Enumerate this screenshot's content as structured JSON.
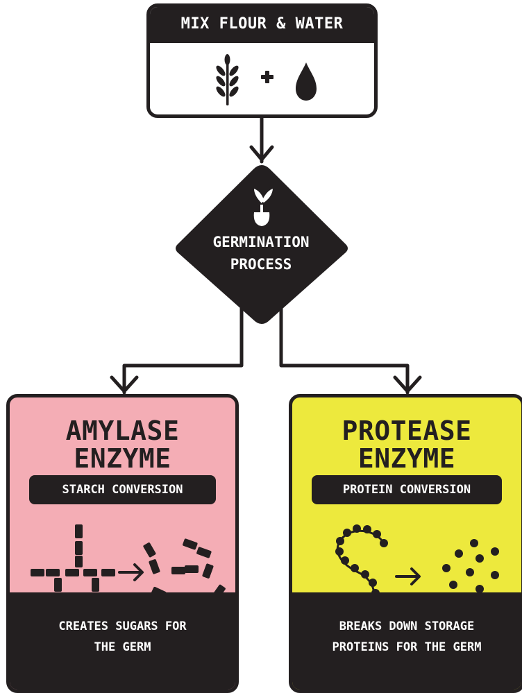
{
  "top_box": {
    "title": "MIX FLOUR & WATER",
    "icons": [
      "wheat-icon",
      "plus-icon",
      "water-drop-icon"
    ]
  },
  "germination": {
    "line1": "GERMINATION",
    "line2": "PROCESS",
    "icon": "sprout-icon"
  },
  "amylase": {
    "title_line1": "AMYLASE",
    "title_line2": "ENZYME",
    "label": "STARCH CONVERSION",
    "footer_line1": "CREATES SUGARS FOR",
    "footer_line2": "THE GERM",
    "color": "#f4adb5",
    "illustration": "starch-to-sugars-icon"
  },
  "protease": {
    "title_line1": "PROTEASE",
    "title_line2": "ENZYME",
    "label": "PROTEIN CONVERSION",
    "footer_line1": "BREAKS DOWN STORAGE",
    "footer_line2": "PROTEINS FOR THE GERM",
    "color": "#ede93d",
    "illustration": "protein-to-aminoacids-icon"
  },
  "colors": {
    "ink": "#231f20",
    "background": "#ffffff"
  }
}
